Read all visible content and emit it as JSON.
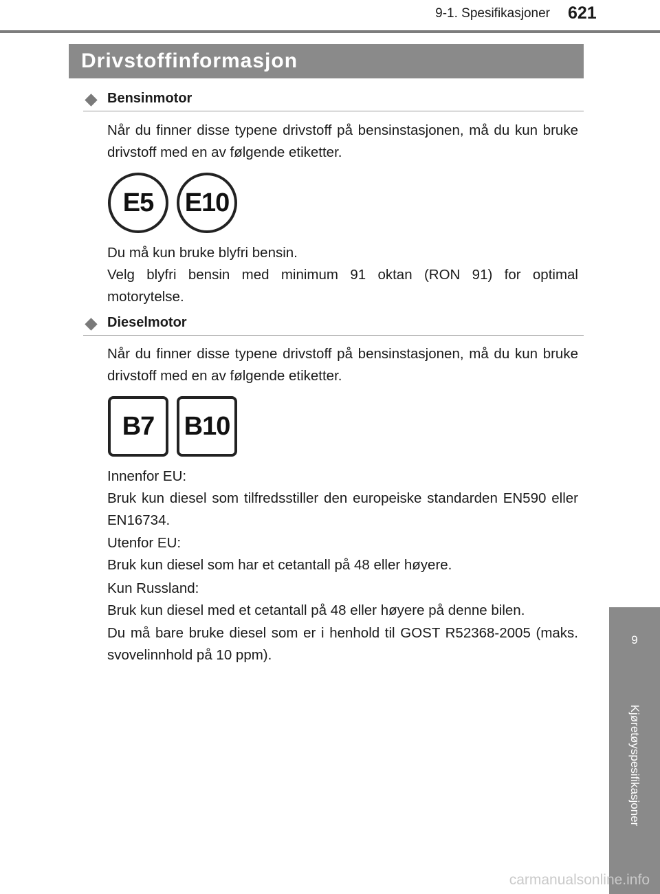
{
  "header": {
    "section": "9-1. Spesifikasjoner",
    "page_number": "621"
  },
  "title": "Drivstoffinformasjon",
  "petrol": {
    "heading": "Bensinmotor",
    "intro": "Når du finner disse typene drivstoff på bensinstasjonen, må du kun bruke drivstoff med en av følgende etiketter.",
    "labels": [
      "E5",
      "E10"
    ],
    "line1": "Du må kun bruke blyfri bensin.",
    "line2": "Velg blyfri bensin med minimum 91 oktan (RON 91) for optimal motorytelse."
  },
  "diesel": {
    "heading": "Dieselmotor",
    "intro": "Når du finner disse typene drivstoff på bensinstasjonen, må du kun bruke drivstoff med en av følgende etiketter.",
    "labels": [
      "B7",
      "B10"
    ],
    "eu_label": "Innenfor EU:",
    "eu_text": "Bruk kun diesel som tilfredsstiller den europeiske standarden EN590 eller EN16734.",
    "outside_label": "Utenfor EU:",
    "outside_text": "Bruk kun diesel som har et cetantall på 48 eller høyere.",
    "russia_label": "Kun Russland:",
    "russia_text": "Bruk kun diesel med et cetantall på 48 eller høyere på denne bilen.",
    "gost_text": "Du må bare bruke diesel som er i henhold til GOST R52368-2005 (maks. svovelinnhold på 10 ppm)."
  },
  "side_tab": {
    "number": "9",
    "label": "Kjøretøyspesifikasjoner"
  },
  "watermark": "carmanualsonline.info"
}
